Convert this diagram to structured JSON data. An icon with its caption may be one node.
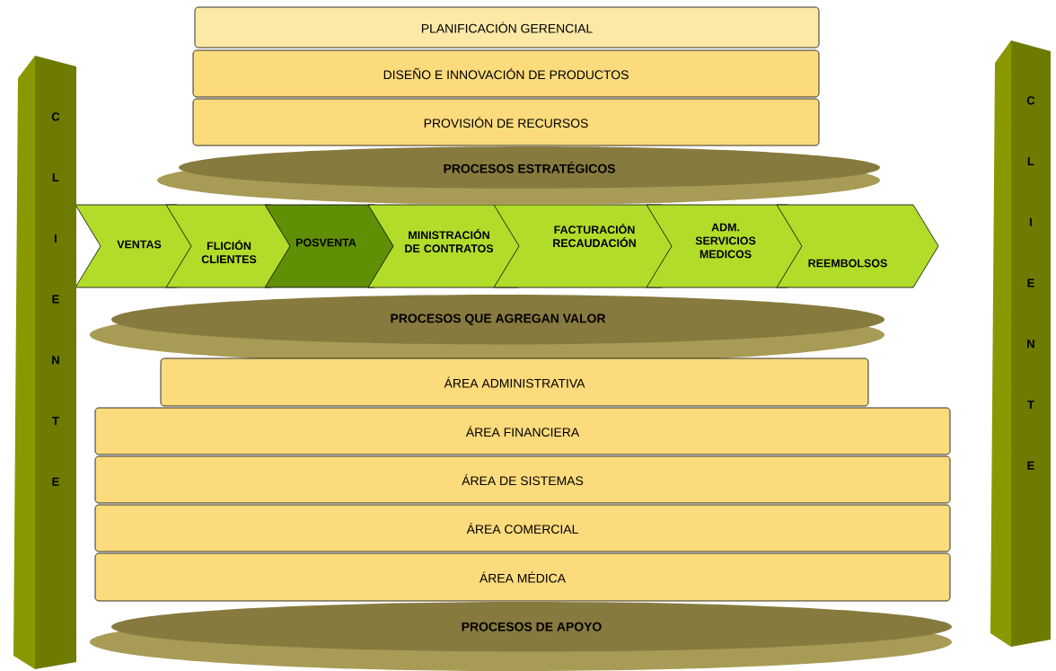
{
  "diagram": {
    "nodes": [
      {
        "text": [
          "PLANIFICACIÓN GERENCIAL"
        ]
      },
      {
        "text": [
          "DISEÑO E INNOVACIÓN DE PRODUCTOS"
        ]
      },
      {
        "text": [
          "PROVISIÓN DE RECURSOS"
        ]
      },
      {
        "text": [
          "PROCESOS ESTRATÉGICOS"
        ]
      },
      {
        "text": [
          "VENTAS"
        ]
      },
      {
        "text": [
          "FLICIÓN CLIENTES"
        ]
      },
      {
        "text": [
          "POSVENTA"
        ]
      },
      {
        "text": [
          "MINISTRACIÓN DE CONTRATOS"
        ]
      },
      {
        "text": [
          "FACTURACIÓN RECAUDACIÓN"
        ]
      },
      {
        "text": [
          "ADM. SERVICIOS MEDICOS"
        ]
      },
      {
        "text": [
          "REEMBOLSOS"
        ]
      },
      {
        "text": [
          "PROCESOS QUE AGREGAN VALOR"
        ]
      },
      {
        "text": [
          "ÁREA ADMINISTRATIVA"
        ]
      },
      {
        "text": [
          "ÁREA FINANCIERA"
        ]
      },
      {
        "text": [
          "ÁREA DE SISTEMAS"
        ]
      },
      {
        "text": [
          "ÁREA COMERCIAL"
        ]
      },
      {
        "text": [
          "ÁREA MÉDICA"
        ]
      },
      {
        "text": [
          "PROCESOS DE APOYO"
        ]
      },
      {
        "text": [
          "C L I E N T E"
        ]
      },
      {
        "text": [
          "C L I E N T E"
        ]
      }
    ]
  }
}
